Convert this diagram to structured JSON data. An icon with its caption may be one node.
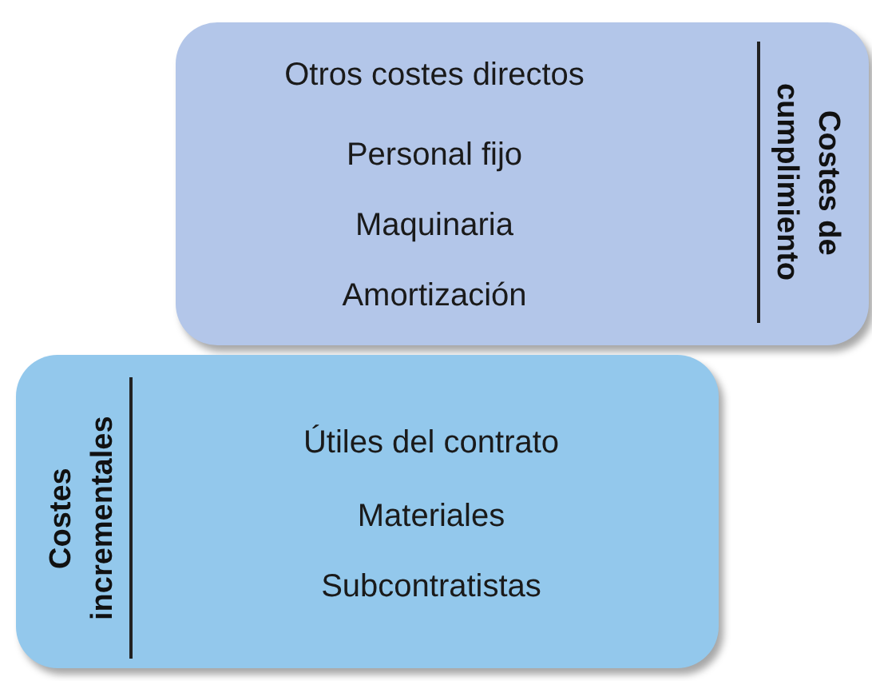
{
  "diagram": {
    "nodes": [
      {
        "text": [
          "Costes de cumplimiento",
          "Otros costes directos",
          "Personal fijo",
          "Maquinaria",
          "Amortización"
        ]
      },
      {
        "text": [
          "Costes incrementales",
          "Útiles del contrato",
          "Materiales",
          "Subcontratistas"
        ]
      }
    ]
  }
}
